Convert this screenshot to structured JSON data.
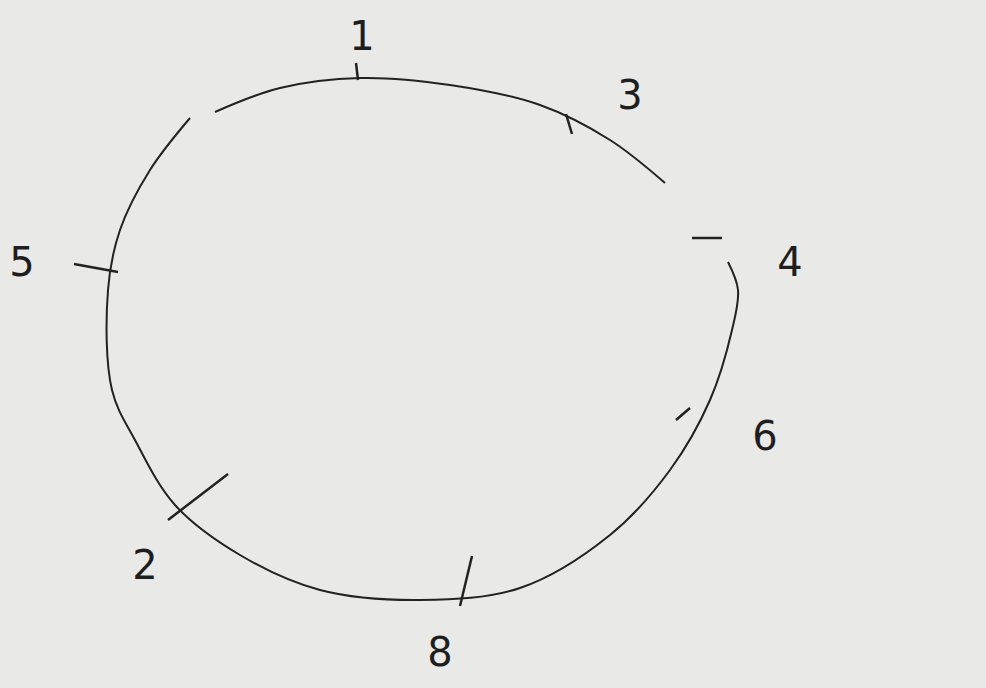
{
  "diagram": {
    "labels": [
      "1",
      "3",
      "4",
      "6",
      "8",
      "2",
      "5"
    ]
  }
}
